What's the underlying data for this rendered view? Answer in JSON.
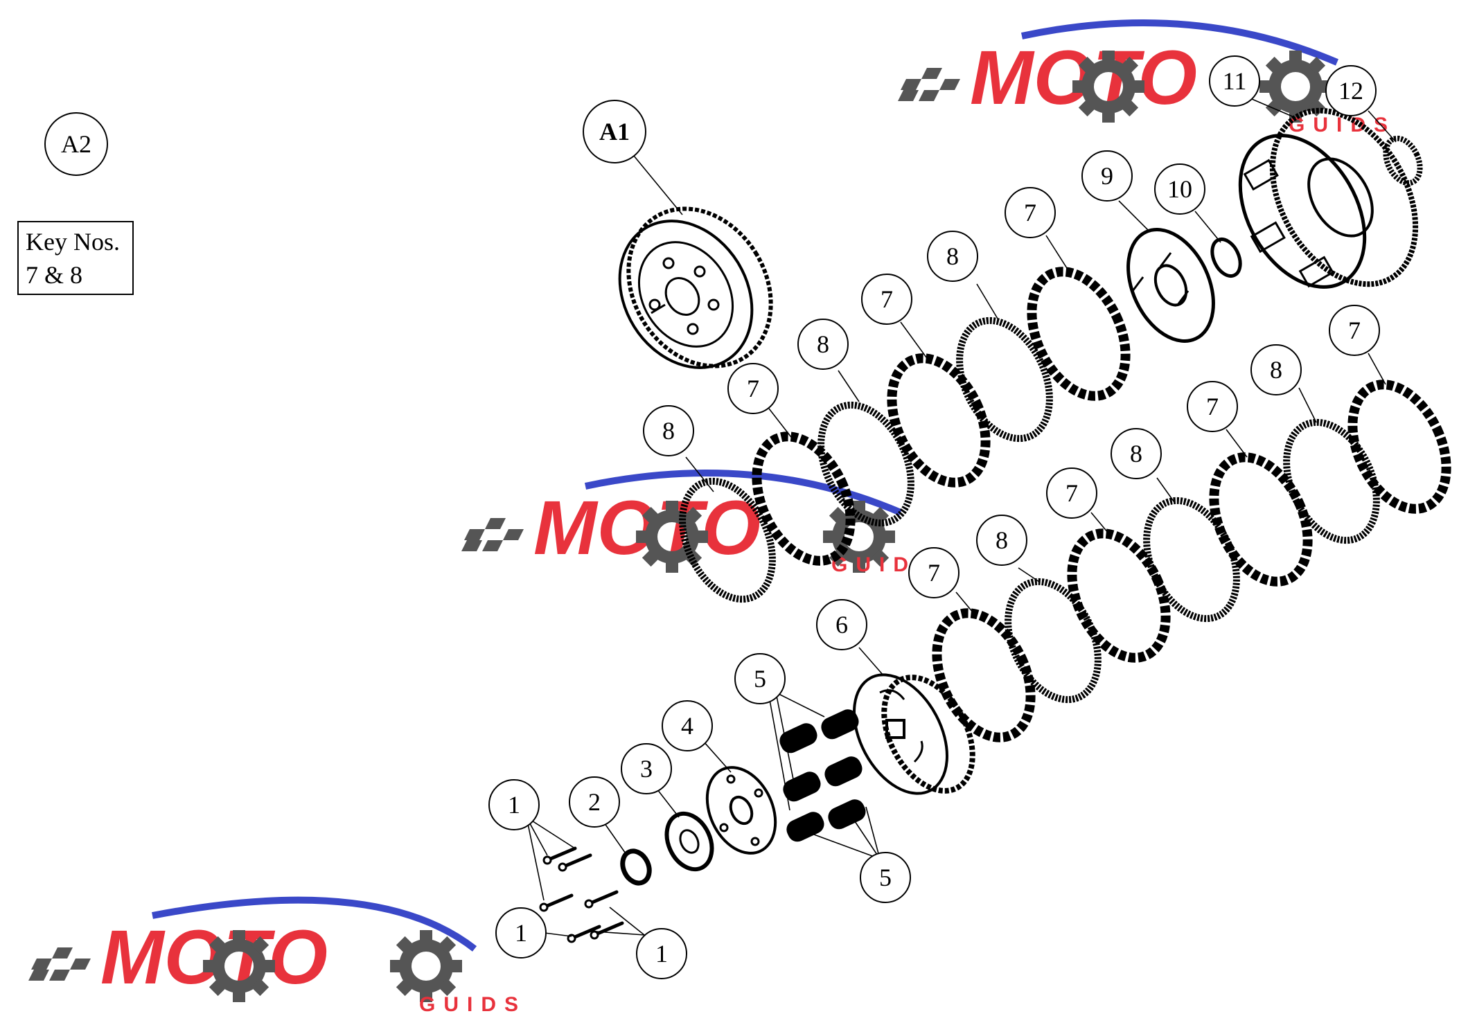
{
  "watermark": {
    "brand_word": "MOTO",
    "sub_word": "GUIDS",
    "colors": {
      "red": "#e8323c",
      "gray": "#555555",
      "swoosh": "#3a48c8"
    }
  },
  "key_box": {
    "line1": "Key Nos.",
    "line2": "7 & 8"
  },
  "callouts": {
    "a1": "A1",
    "a2": "A2",
    "c1a": "1",
    "c1b": "1",
    "c1c": "1",
    "c2": "2",
    "c3": "3",
    "c4": "4",
    "c5a": "5",
    "c5b": "5",
    "c6": "6",
    "c7a": "7",
    "c7b": "7",
    "c7c": "7",
    "c7d": "7",
    "c7e": "7",
    "c7f": "7",
    "c7g": "7",
    "c8a": "8",
    "c8b": "8",
    "c8c": "8",
    "c8d": "8",
    "c8e": "8",
    "c8f": "8",
    "c9": "9",
    "c10": "10",
    "c11": "11",
    "c12": "12"
  },
  "colors": {
    "line": "#000000",
    "paper": "#ffffff"
  }
}
